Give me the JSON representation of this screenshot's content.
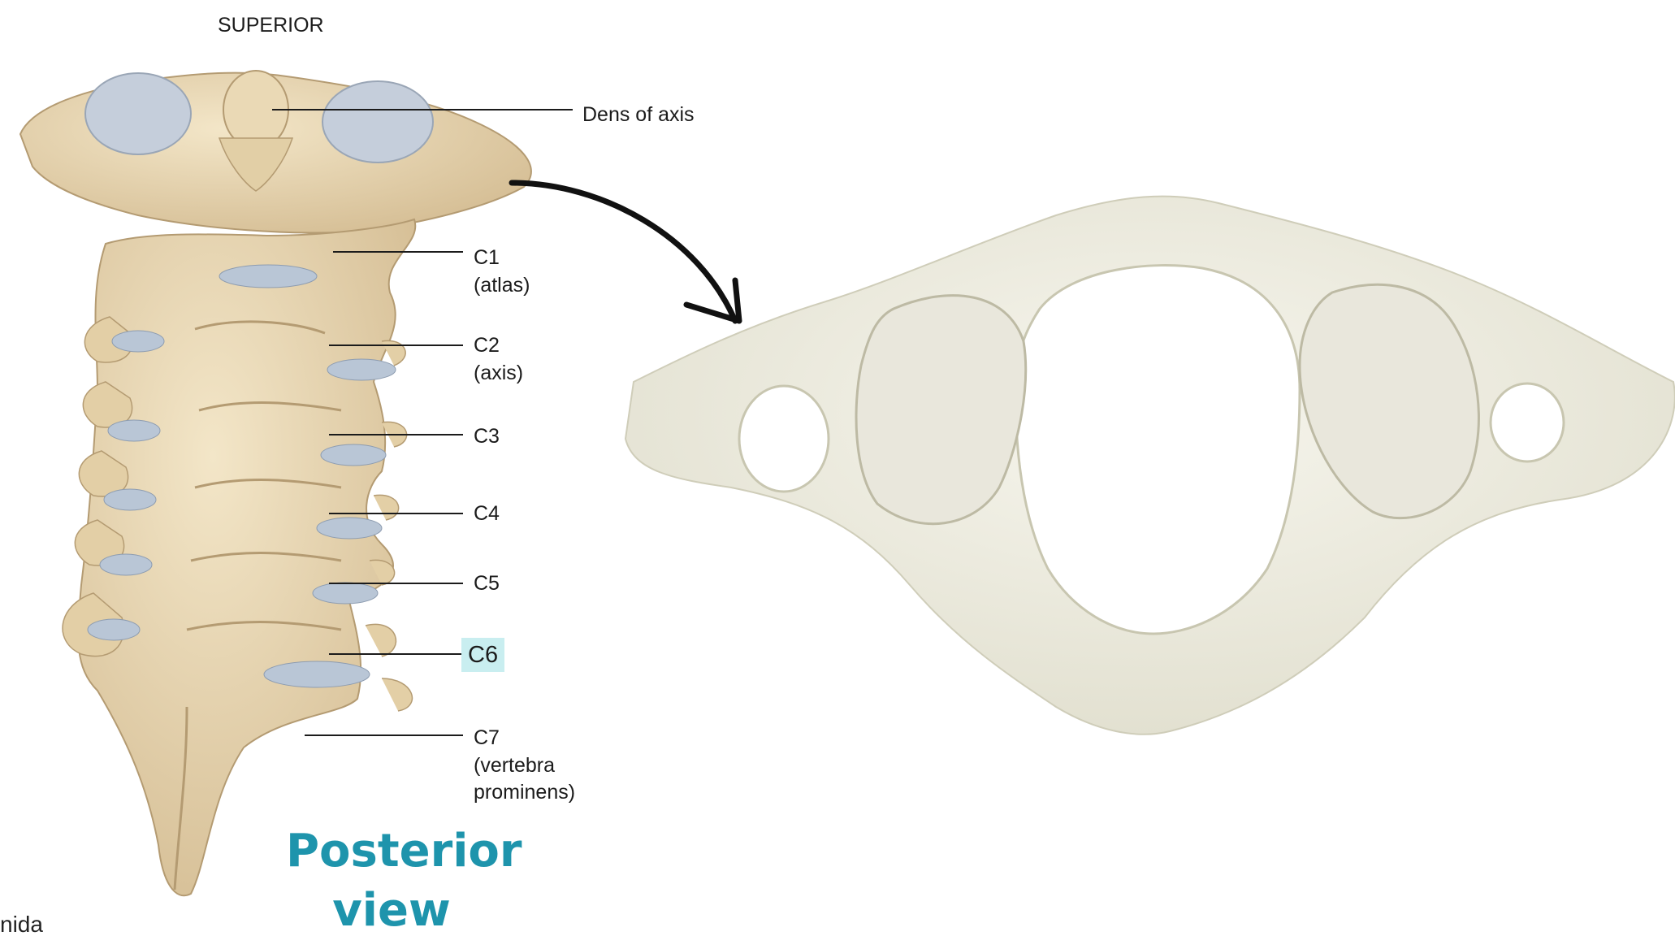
{
  "figure": {
    "orientation_label": "SUPERIOR",
    "labels": {
      "dens": "Dens of axis",
      "c1": "C1",
      "c1_sub": "(atlas)",
      "c2": "C2",
      "c2_sub": "(axis)",
      "c3": "C3",
      "c4": "C4",
      "c5": "C5",
      "c6": "C6",
      "c7": "C7",
      "c7_sub1": "(vertebra",
      "c7_sub2": "prominens)"
    },
    "view_title_line1": "Posterior",
    "view_title_line2": "view",
    "cut_text": "nida"
  },
  "colors": {
    "bone": "#e6d6b4",
    "bone_shadow": "#c9b28a",
    "disc": "#b9c6d6",
    "atlas_bone": "#ecebdf",
    "accent": "#1e94ac",
    "highlight": "#c9eef0"
  }
}
